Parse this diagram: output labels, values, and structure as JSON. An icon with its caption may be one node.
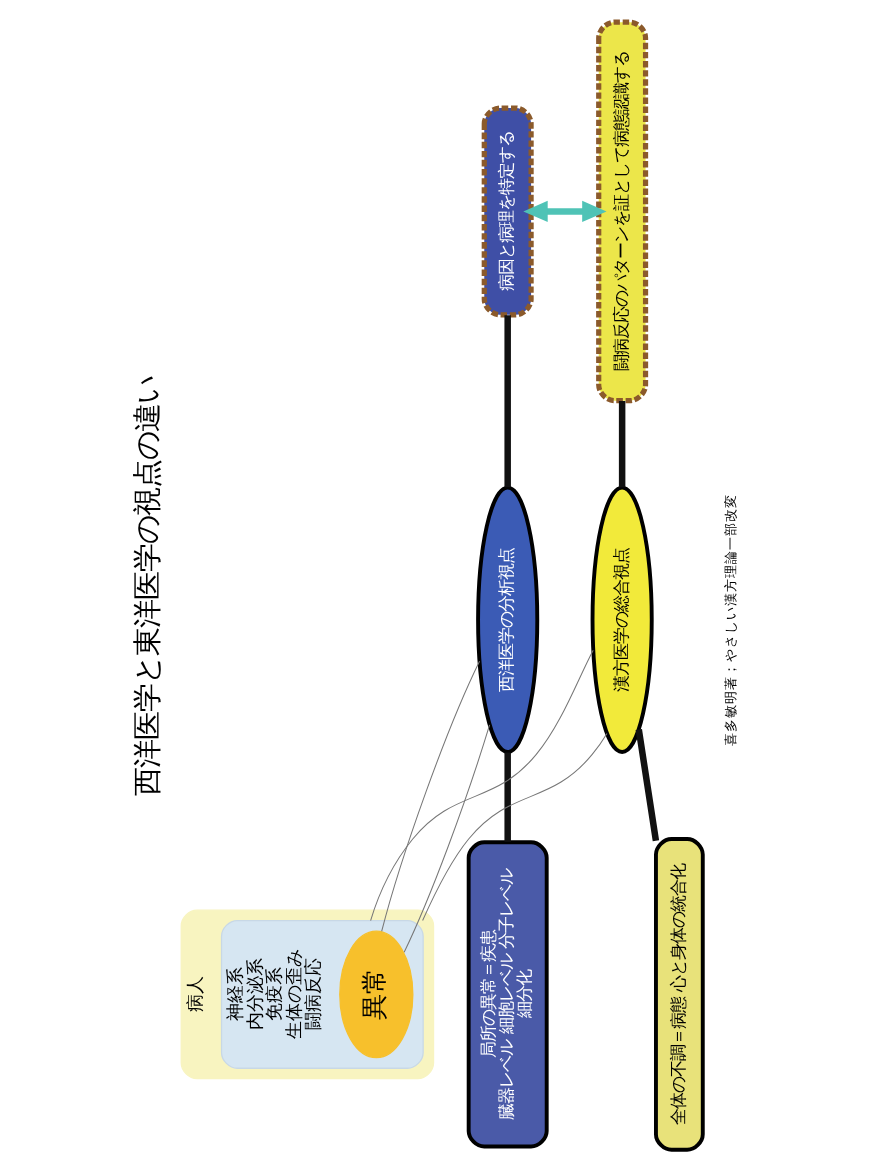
{
  "diagram": {
    "title": "西洋医学と東洋医学の視点の違い",
    "nodes": [
      {
        "text": [
          "西洋医学の分析視点"
        ]
      },
      {
        "text": [
          "病因と病理を特定する"
        ]
      },
      {
        "text": [
          "局所の異常＝疾患",
          "臓器レベル 細胞レベル 分子レベル",
          "細分化"
        ]
      },
      {
        "text": [
          "病人"
        ]
      },
      {
        "text": [
          "神経系",
          "内分泌系",
          "免疫系",
          "生体の歪み",
          "闘病反応"
        ],
        "in": 3
      },
      {
        "text": [
          "異常"
        ],
        "in": 4
      },
      {
        "text": [
          "漢方医学の総合視点"
        ]
      },
      {
        "text": [
          "闘病反応のパターンを証として病態認識する"
        ]
      },
      {
        "text": [
          "全体の不調＝病態 心と身体の統合化"
        ]
      }
    ],
    "edges": [
      {
        "from": 2,
        "to": 0,
        "arrow": "none"
      },
      {
        "from": 0,
        "to": 1,
        "arrow": "none"
      },
      {
        "from": 8,
        "to": 6,
        "arrow": "none"
      },
      {
        "from": 6,
        "to": 7,
        "arrow": "none"
      },
      {
        "from": 1,
        "to": 7,
        "arrow": "both",
        "color": "#4fc3b6"
      },
      {
        "from": 0,
        "to": 5,
        "arrow": "none",
        "color": "#777777"
      },
      {
        "from": 0,
        "to": 5,
        "arrow": "none",
        "color": "#777777"
      },
      {
        "from": 6,
        "to": 4,
        "arrow": "none",
        "color": "#777777"
      },
      {
        "from": 6,
        "to": 4,
        "arrow": "none",
        "color": "#777777"
      }
    ],
    "labels": [
      "喜多敏明著；やさしい漢方理論一部改変"
    ]
  }
}
